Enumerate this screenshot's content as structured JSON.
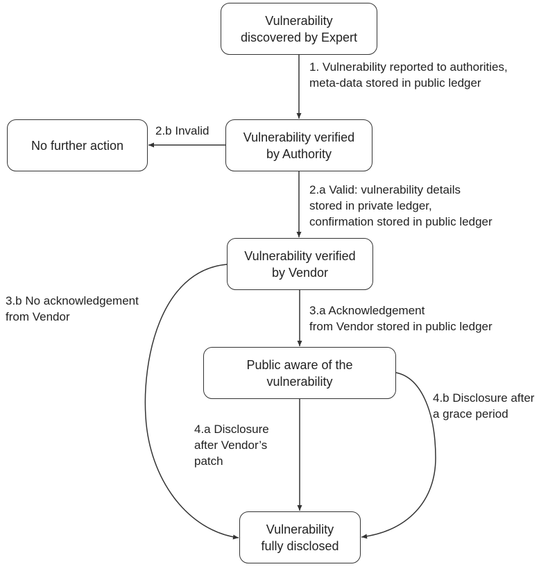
{
  "diagram": {
    "type": "flowchart",
    "line_color": "#333333",
    "nodes": {
      "expert": "Vulnerability\ndiscovered by Expert",
      "no_action": "No further action",
      "authority": "Vulnerability verified\nby Authority",
      "vendor": "Vulnerability verified\nby Vendor",
      "public": "Public aware of the\nvulnerability",
      "disclosed": "Vulnerability\nfully disclosed"
    },
    "edges": {
      "e1": "1. Vulnerability reported to authorities,\nmeta-data stored in public ledger",
      "e2b": "2.b Invalid",
      "e2a": "2.a Valid: vulnerability details\nstored in private ledger,\nconfirmation stored in public ledger",
      "e3a": "3.a Acknowledgement\nfrom Vendor stored in public ledger",
      "e3b": "3.b No acknowledgement\nfrom Vendor",
      "e4a": "4.a Disclosure\nafter Vendor’s\npatch",
      "e4b": "4.b Disclosure after\na grace period"
    },
    "connections": [
      {
        "from": "expert",
        "to": "authority",
        "label": "e1"
      },
      {
        "from": "authority",
        "to": "no_action",
        "label": "e2b"
      },
      {
        "from": "authority",
        "to": "vendor",
        "label": "e2a"
      },
      {
        "from": "vendor",
        "to": "public",
        "label": "e3a"
      },
      {
        "from": "vendor",
        "to": "disclosed",
        "label": "e3b"
      },
      {
        "from": "public",
        "to": "disclosed",
        "label": "e4a"
      },
      {
        "from": "public",
        "to": "disclosed",
        "label": "e4b"
      }
    ]
  }
}
